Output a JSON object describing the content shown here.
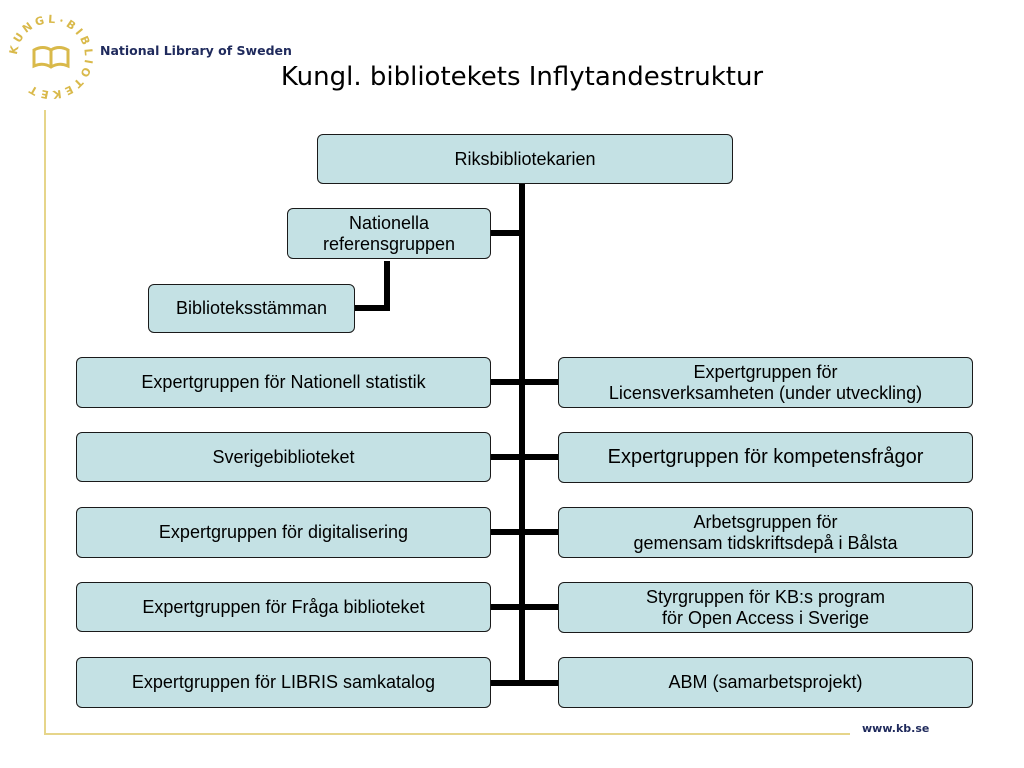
{
  "header": {
    "logo_ring_text": "KUNGL·BIBLIOTEKET",
    "logo_text": "National Library of Sweden",
    "title": "Kungl. bibliotekets Inflytandestruktur"
  },
  "footer": {
    "url": "www.kb.se"
  },
  "colors": {
    "box_fill": "#c4e1e4",
    "connector": "#000000",
    "frame_line": "#e6d58a",
    "logo_gold": "#d9b94a",
    "logo_navy": "#1f2a5c"
  },
  "org": {
    "top": "Riksbibliotekarien",
    "nationella": "Nationella\nreferensgruppen",
    "stamman": "Biblioteksstämman",
    "left": [
      "Expertgruppen för Nationell statistik",
      "Sverigebiblioteket",
      "Expertgruppen för digitalisering",
      "Expertgruppen för Fråga biblioteket",
      "Expertgruppen för LIBRIS samkatalog"
    ],
    "right": [
      "Expertgruppen för\nLicensverksamheten (under utveckling)",
      "Expertgruppen för kompetensfrågor",
      "Arbetsgruppen för\ngemensam tidskriftsdepå i Bålsta",
      "Styrgruppen för KB:s program\nför Open Access i Sverige",
      "ABM (samarbetsprojekt)"
    ]
  }
}
